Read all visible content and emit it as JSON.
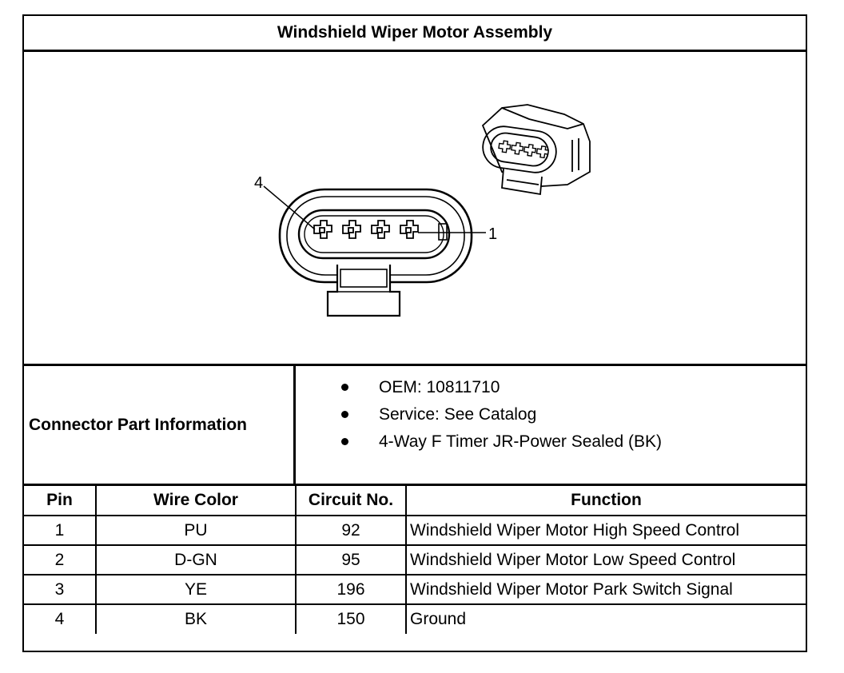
{
  "title": "Windshield Wiper Motor Assembly",
  "figure": {
    "callouts": [
      "4",
      "1"
    ]
  },
  "connector_info": {
    "label": "Connector Part Information",
    "items": [
      "OEM: 10811710",
      "Service: See Catalog",
      "4-Way F Timer JR-Power Sealed (BK)"
    ]
  },
  "pin_table": {
    "headers": [
      "Pin",
      "Wire Color",
      "Circuit No.",
      "Function"
    ],
    "rows": [
      [
        "1",
        "PU",
        "92",
        "Windshield Wiper Motor High Speed Control"
      ],
      [
        "2",
        "D-GN",
        "95",
        "Windshield Wiper Motor Low Speed Control"
      ],
      [
        "3",
        "YE",
        "196",
        "Windshield Wiper Motor Park Switch Signal"
      ],
      [
        "4",
        "BK",
        "150",
        "Ground"
      ]
    ]
  }
}
